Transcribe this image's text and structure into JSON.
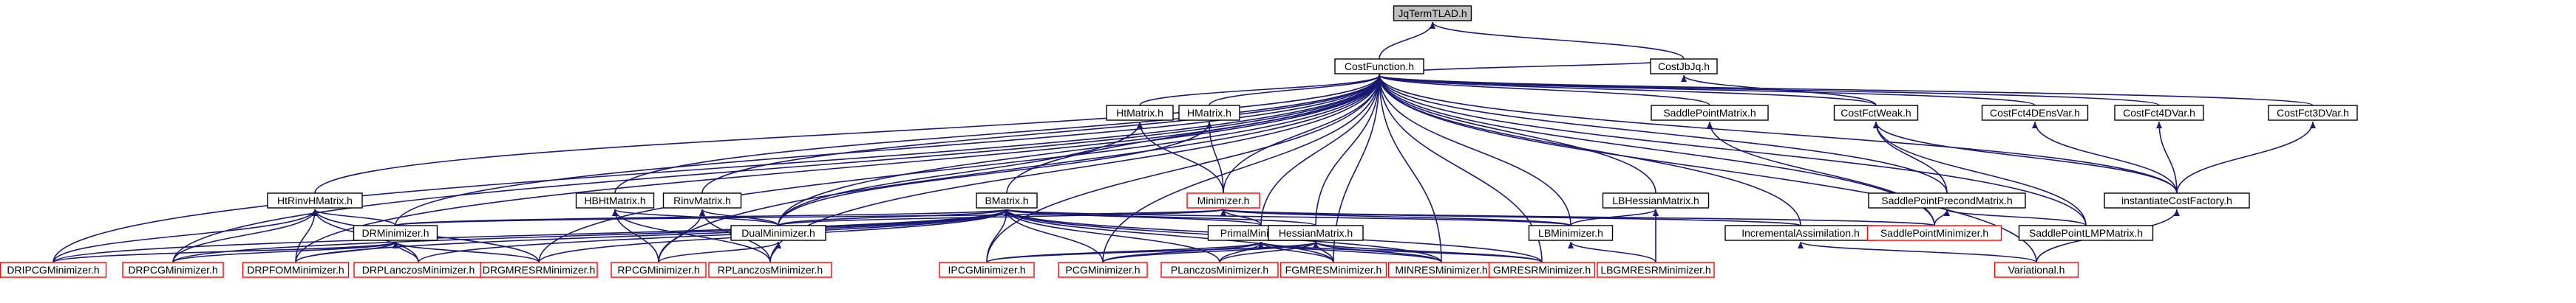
{
  "colors": {
    "edge": "#191970",
    "node_border_black": "#000000",
    "node_border_red": "#ff0000",
    "node_fill": "#ffffff",
    "root_fill": "#bfbfbf"
  },
  "diagram": {
    "type": "include-dependency-graph",
    "nodes": [
      {
        "id": "JqTermTLAD",
        "label": "JqTermTLAD.h",
        "style": "root"
      },
      {
        "id": "CostFunction",
        "label": "CostFunction.h",
        "style": "black"
      },
      {
        "id": "CostJbJq",
        "label": "CostJbJq.h",
        "style": "black"
      },
      {
        "id": "HMatrix",
        "label": "HMatrix.h",
        "style": "black"
      },
      {
        "id": "HtMatrix",
        "label": "HtMatrix.h",
        "style": "black"
      },
      {
        "id": "SaddlePointMatrix",
        "label": "SaddlePointMatrix.h",
        "style": "black"
      },
      {
        "id": "CostFctWeak",
        "label": "CostFctWeak.h",
        "style": "black"
      },
      {
        "id": "CostFct4DEnsVar",
        "label": "CostFct4DEnsVar.h",
        "style": "black"
      },
      {
        "id": "CostFct4DVar",
        "label": "CostFct4DVar.h",
        "style": "black"
      },
      {
        "id": "CostFct3DVar",
        "label": "CostFct3DVar.h",
        "style": "black"
      },
      {
        "id": "HtRinvHMatrix",
        "label": "HtRinvHMatrix.h",
        "style": "black"
      },
      {
        "id": "HBHtMatrix",
        "label": "HBHtMatrix.h",
        "style": "black"
      },
      {
        "id": "RinvMatrix",
        "label": "RinvMatrix.h",
        "style": "black"
      },
      {
        "id": "BMatrix",
        "label": "BMatrix.h",
        "style": "black"
      },
      {
        "id": "Minimizer",
        "label": "Minimizer.h",
        "style": "red"
      },
      {
        "id": "LBHessianMatrix",
        "label": "LBHessianMatrix.h",
        "style": "black"
      },
      {
        "id": "SaddlePointPrecondMatrix",
        "label": "SaddlePointPrecondMatrix.h",
        "style": "black"
      },
      {
        "id": "instantiateCostFactory",
        "label": "instantiateCostFactory.h",
        "style": "black"
      },
      {
        "id": "DRMinimizer",
        "label": "DRMinimizer.h",
        "style": "black"
      },
      {
        "id": "DualMinimizer",
        "label": "DualMinimizer.h",
        "style": "black"
      },
      {
        "id": "PrimalMinimizer",
        "label": "PrimalMinimizer.h",
        "style": "black"
      },
      {
        "id": "HessianMatrix",
        "label": "HessianMatrix.h",
        "style": "black"
      },
      {
        "id": "LBMinimizer",
        "label": "LBMinimizer.h",
        "style": "black"
      },
      {
        "id": "IncrementalAssimilation",
        "label": "IncrementalAssimilation.h",
        "style": "black"
      },
      {
        "id": "SaddlePointMinimizer",
        "label": "SaddlePointMinimizer.h",
        "style": "red"
      },
      {
        "id": "SaddlePointLMPMatrix",
        "label": "SaddlePointLMPMatrix.h",
        "style": "black"
      },
      {
        "id": "DRIPCGMinimizer",
        "label": "DRIPCGMinimizer.h",
        "style": "red"
      },
      {
        "id": "DRPCGMinimizer",
        "label": "DRPCGMinimizer.h",
        "style": "red"
      },
      {
        "id": "DRPFOMMinimizer",
        "label": "DRPFOMMinimizer.h",
        "style": "red"
      },
      {
        "id": "DRPLanczosMinimizer",
        "label": "DRPLanczosMinimizer.h",
        "style": "red"
      },
      {
        "id": "DRGMRESRMinimizer",
        "label": "DRGMRESRMinimizer.h",
        "style": "red"
      },
      {
        "id": "RPCGMinimizer",
        "label": "RPCGMinimizer.h",
        "style": "red"
      },
      {
        "id": "RPLanczosMinimizer",
        "label": "RPLanczosMinimizer.h",
        "style": "red"
      },
      {
        "id": "IPCGMinimizer",
        "label": "IPCGMinimizer.h",
        "style": "red"
      },
      {
        "id": "PCGMinimizer",
        "label": "PCGMinimizer.h",
        "style": "red"
      },
      {
        "id": "PLanczosMinimizer",
        "label": "PLanczosMinimizer.h",
        "style": "red"
      },
      {
        "id": "FGMRESMinimizer",
        "label": "FGMRESMinimizer.h",
        "style": "red"
      },
      {
        "id": "MINRESMinimizer",
        "label": "MINRESMinimizer.h",
        "style": "red"
      },
      {
        "id": "GMRESRMinimizer",
        "label": "GMRESRMinimizer.h",
        "style": "red"
      },
      {
        "id": "LBGMRESRMinimizer",
        "label": "LBGMRESRMinimizer.h",
        "style": "red"
      },
      {
        "id": "Variational",
        "label": "Variational.h",
        "style": "red"
      }
    ],
    "edges": [
      [
        "CostFunction",
        "JqTermTLAD"
      ],
      [
        "CostJbJq",
        "JqTermTLAD"
      ],
      [
        "CostJbJq",
        "CostFunction"
      ],
      [
        "HMatrix",
        "CostFunction"
      ],
      [
        "HtMatrix",
        "CostFunction"
      ],
      [
        "SaddlePointMatrix",
        "CostFunction"
      ],
      [
        "CostFctWeak",
        "CostFunction"
      ],
      [
        "CostFct4DEnsVar",
        "CostFunction"
      ],
      [
        "CostFct4DVar",
        "CostFunction"
      ],
      [
        "CostFct3DVar",
        "CostFunction"
      ],
      [
        "instantiateCostFactory",
        "CostFunction"
      ],
      [
        "HtRinvHMatrix",
        "CostFunction"
      ],
      [
        "HBHtMatrix",
        "CostFunction"
      ],
      [
        "RinvMatrix",
        "CostFunction"
      ],
      [
        "BMatrix",
        "CostFunction"
      ],
      [
        "Minimizer",
        "CostFunction"
      ],
      [
        "LBHessianMatrix",
        "CostFunction"
      ],
      [
        "SaddlePointPrecondMatrix",
        "CostFunction"
      ],
      [
        "SaddlePointLMPMatrix",
        "CostFunction"
      ],
      [
        "DRMinimizer",
        "CostFunction"
      ],
      [
        "DualMinimizer",
        "CostFunction"
      ],
      [
        "PrimalMinimizer",
        "CostFunction"
      ],
      [
        "HessianMatrix",
        "CostFunction"
      ],
      [
        "LBMinimizer",
        "CostFunction"
      ],
      [
        "IncrementalAssimilation",
        "CostFunction"
      ],
      [
        "SaddlePointMinimizer",
        "CostFunction"
      ],
      [
        "Variational",
        "CostFunction"
      ],
      [
        "DRIPCGMinimizer",
        "CostFunction"
      ],
      [
        "DRPCGMinimizer",
        "CostFunction"
      ],
      [
        "DRPFOMMinimizer",
        "CostFunction"
      ],
      [
        "DRGMRESRMinimizer",
        "CostFunction"
      ],
      [
        "RPCGMinimizer",
        "CostFunction"
      ],
      [
        "RPLanczosMinimizer",
        "CostFunction"
      ],
      [
        "IPCGMinimizer",
        "CostFunction"
      ],
      [
        "PCGMinimizer",
        "CostFunction"
      ],
      [
        "FGMRESMinimizer",
        "CostFunction"
      ],
      [
        "MINRESMinimizer",
        "CostFunction"
      ],
      [
        "GMRESRMinimizer",
        "CostFunction"
      ],
      [
        "CostFctWeak",
        "CostJbJq"
      ],
      [
        "DualMinimizer",
        "HtMatrix"
      ],
      [
        "Minimizer",
        "HtMatrix"
      ],
      [
        "DualMinimizer",
        "HMatrix"
      ],
      [
        "Minimizer",
        "HMatrix"
      ],
      [
        "SaddlePointMinimizer",
        "SaddlePointMatrix"
      ],
      [
        "instantiateCostFactory",
        "CostFctWeak"
      ],
      [
        "SaddlePointPrecondMatrix",
        "CostFctWeak"
      ],
      [
        "SaddlePointLMPMatrix",
        "CostFctWeak"
      ],
      [
        "instantiateCostFactory",
        "CostFct4DEnsVar"
      ],
      [
        "instantiateCostFactory",
        "CostFct4DVar"
      ],
      [
        "instantiateCostFactory",
        "CostFct3DVar"
      ],
      [
        "Variational",
        "instantiateCostFactory"
      ],
      [
        "SaddlePointMinimizer",
        "SaddlePointPrecondMatrix"
      ],
      [
        "SaddlePointLMPMatrix",
        "SaddlePointPrecondMatrix"
      ],
      [
        "DRMinimizer",
        "HtRinvHMatrix"
      ],
      [
        "DRIPCGMinimizer",
        "HtRinvHMatrix"
      ],
      [
        "DRPCGMinimizer",
        "HtRinvHMatrix"
      ],
      [
        "DRPFOMMinimizer",
        "HtRinvHMatrix"
      ],
      [
        "DRPLanczosMinimizer",
        "HtRinvHMatrix"
      ],
      [
        "DRGMRESRMinimizer",
        "HtRinvHMatrix"
      ],
      [
        "DualMinimizer",
        "HBHtMatrix"
      ],
      [
        "RPCGMinimizer",
        "HBHtMatrix"
      ],
      [
        "RPLanczosMinimizer",
        "HBHtMatrix"
      ],
      [
        "DualMinimizer",
        "RinvMatrix"
      ],
      [
        "RPCGMinimizer",
        "RinvMatrix"
      ],
      [
        "RPLanczosMinimizer",
        "RinvMatrix"
      ],
      [
        "DRMinimizer",
        "BMatrix"
      ],
      [
        "DualMinimizer",
        "BMatrix"
      ],
      [
        "PrimalMinimizer",
        "BMatrix"
      ],
      [
        "HessianMatrix",
        "BMatrix"
      ],
      [
        "LBMinimizer",
        "BMatrix"
      ],
      [
        "DRIPCGMinimizer",
        "BMatrix"
      ],
      [
        "DRPCGMinimizer",
        "BMatrix"
      ],
      [
        "DRPFOMMinimizer",
        "BMatrix"
      ],
      [
        "DRPLanczosMinimizer",
        "BMatrix"
      ],
      [
        "DRGMRESRMinimizer",
        "BMatrix"
      ],
      [
        "IPCGMinimizer",
        "BMatrix"
      ],
      [
        "PCGMinimizer",
        "BMatrix"
      ],
      [
        "PLanczosMinimizer",
        "BMatrix"
      ],
      [
        "FGMRESMinimizer",
        "BMatrix"
      ],
      [
        "MINRESMinimizer",
        "BMatrix"
      ],
      [
        "GMRESRMinimizer",
        "BMatrix"
      ],
      [
        "DRMinimizer",
        "Minimizer"
      ],
      [
        "DualMinimizer",
        "Minimizer"
      ],
      [
        "PrimalMinimizer",
        "Minimizer"
      ],
      [
        "LBMinimizer",
        "Minimizer"
      ],
      [
        "IncrementalAssimilation",
        "Minimizer"
      ],
      [
        "SaddlePointMinimizer",
        "Minimizer"
      ],
      [
        "LBMinimizer",
        "LBHessianMatrix"
      ],
      [
        "LBGMRESRMinimizer",
        "LBHessianMatrix"
      ],
      [
        "DRIPCGMinimizer",
        "DRMinimizer"
      ],
      [
        "DRPCGMinimizer",
        "DRMinimizer"
      ],
      [
        "DRPFOMMinimizer",
        "DRMinimizer"
      ],
      [
        "DRPLanczosMinimizer",
        "DRMinimizer"
      ],
      [
        "DRGMRESRMinimizer",
        "DRMinimizer"
      ],
      [
        "RPCGMinimizer",
        "DualMinimizer"
      ],
      [
        "RPLanczosMinimizer",
        "DualMinimizer"
      ],
      [
        "IPCGMinimizer",
        "PrimalMinimizer"
      ],
      [
        "PCGMinimizer",
        "PrimalMinimizer"
      ],
      [
        "PLanczosMinimizer",
        "PrimalMinimizer"
      ],
      [
        "FGMRESMinimizer",
        "PrimalMinimizer"
      ],
      [
        "MINRESMinimizer",
        "PrimalMinimizer"
      ],
      [
        "GMRESRMinimizer",
        "PrimalMinimizer"
      ],
      [
        "IPCGMinimizer",
        "HessianMatrix"
      ],
      [
        "PCGMinimizer",
        "HessianMatrix"
      ],
      [
        "PLanczosMinimizer",
        "HessianMatrix"
      ],
      [
        "FGMRESMinimizer",
        "HessianMatrix"
      ],
      [
        "MINRESMinimizer",
        "HessianMatrix"
      ],
      [
        "GMRESRMinimizer",
        "HessianMatrix"
      ],
      [
        "LBGMRESRMinimizer",
        "LBMinimizer"
      ],
      [
        "Variational",
        "IncrementalAssimilation"
      ]
    ]
  }
}
